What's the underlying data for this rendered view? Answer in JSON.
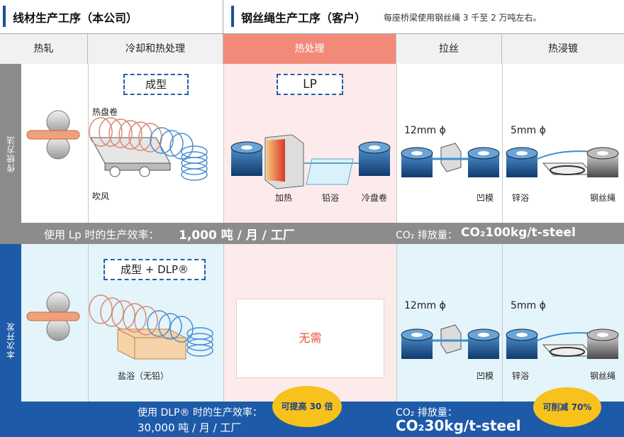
{
  "header": {
    "left_title": "线材生产工序（本公司）",
    "right_title": "钢丝绳生产工序（客户）",
    "right_note": "每座桥梁使用钢丝绳 3 千至 2 万吨左右。"
  },
  "stages": [
    {
      "label": "热轧"
    },
    {
      "label": "冷却和热处理"
    },
    {
      "label": "热处理"
    },
    {
      "label": "拉丝"
    },
    {
      "label": "热浸镀"
    }
  ],
  "traditional": {
    "side_label": "传统方法",
    "box_shape": "成型",
    "box_lp": "LP",
    "coil_label": "热盘卷",
    "blow_label": "吹风",
    "heat_label": "加热",
    "lead_bath_label": "铅浴",
    "cool_coil_label": "冷盘卷",
    "die_label": "凹模",
    "zinc_label": "锌浴",
    "rope_label": "钢丝绳",
    "draw_size": "12mm ɸ",
    "dip_size": "5mm ɸ",
    "efficiency_text": "使用 Lp 时的生产效率：",
    "efficiency_value": "1,000 吨 / 月 / 工厂",
    "co2_text": "CO₂ 排放量：",
    "co2_value": "CO₂100kg/t-steel"
  },
  "new_method": {
    "side_label": "本次开发",
    "box_shape": "成型 + DLP®",
    "salt_bath_label": "盐浴（无铅）",
    "none_label": "无需",
    "die_label": "凹模",
    "zinc_label": "锌浴",
    "rope_label": "钢丝绳",
    "draw_size": "12mm ɸ",
    "dip_size": "5mm ɸ",
    "efficiency_text": "使用 DLP® 时的生产效率：",
    "efficiency_value": "30,000 吨 / 月 / 工厂",
    "bubble_efficiency": "可提高 30 倍",
    "co2_text": "CO₂ 排放量：",
    "co2_value": "CO₂30kg/t-steel",
    "bubble_co2": "可削减 70%"
  },
  "colors": {
    "accent_blue": "#1d5aa8",
    "heat_highlight": "#f38a79",
    "bubble_yellow": "#f7c21c",
    "grey_bar": "#8c8c8c"
  }
}
